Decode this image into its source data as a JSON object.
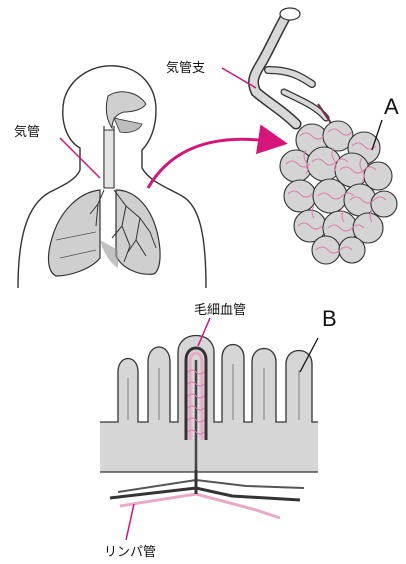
{
  "labels": {
    "trachea": "気管",
    "bronchus": "気管支",
    "alveoli_letter": "A",
    "capillary": "毛細血管",
    "villi_letter": "B",
    "lymph": "リンパ管"
  },
  "colors": {
    "pointer_pink": "#d6147a",
    "vessel_pink": "#e9a9c6",
    "tissue_gray": "#d2d2d2",
    "outline": "#333333"
  }
}
